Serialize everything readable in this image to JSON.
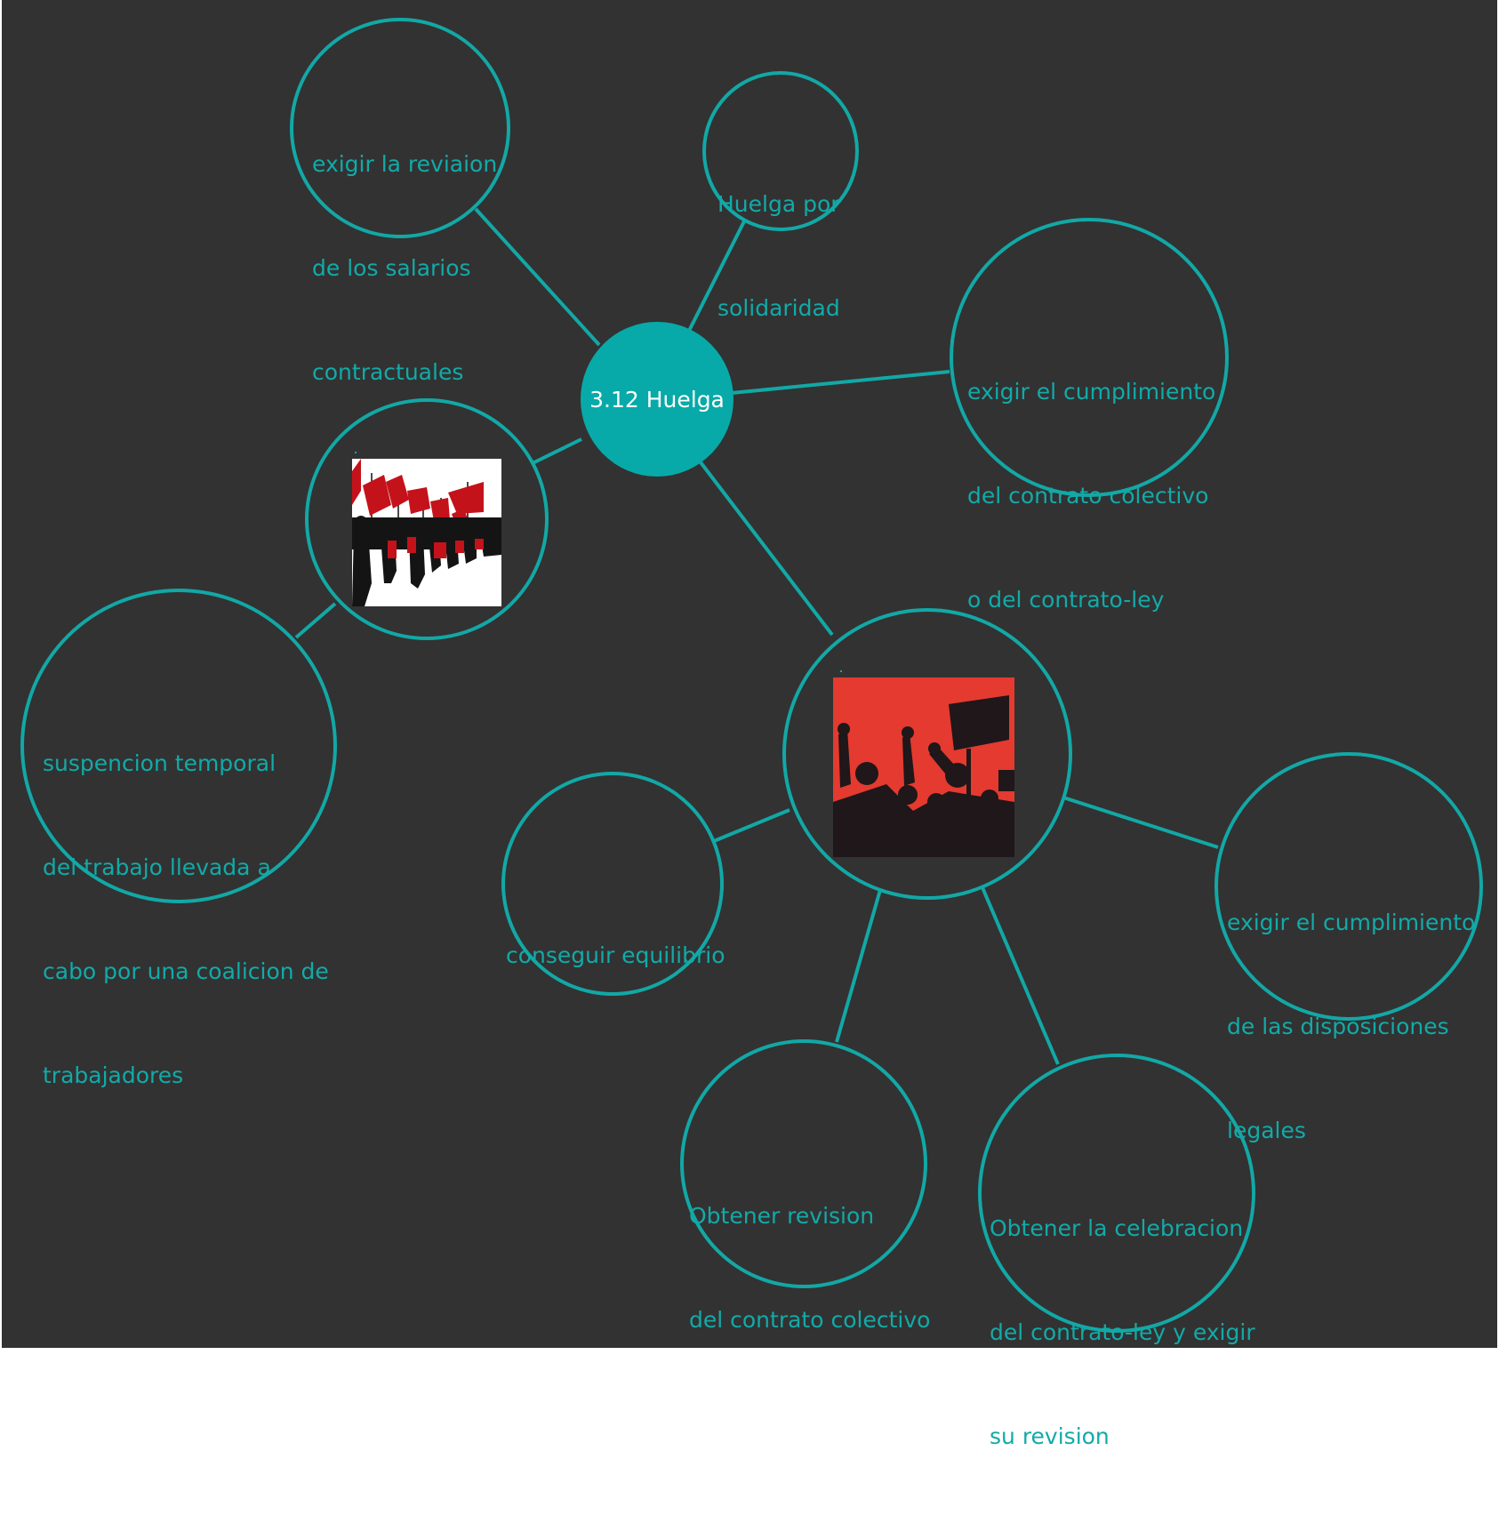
{
  "diagram": {
    "central_topic": "3.12 Huelga",
    "nodes": [
      {
        "id": "salarios",
        "lines": [
          "exigir la reviaion",
          "de los salarios",
          "contractuales"
        ]
      },
      {
        "id": "solidaridad",
        "lines": [
          "Huelga por",
          "solidaridad"
        ]
      },
      {
        "id": "cumplimiento-contrato",
        "lines": [
          "exigir el cumplimiento",
          "del contrato colectivo",
          "o del contrato-ley"
        ]
      },
      {
        "id": "suspension",
        "lines": [
          "suspencion temporal",
          "del trabajo llevada a",
          "cabo por una coalicion de",
          "trabajadores"
        ]
      },
      {
        "id": "equilibrio",
        "lines": [
          "conseguir equilibrio"
        ]
      },
      {
        "id": "disposiciones",
        "lines": [
          "exigir el cumplimiento",
          "de las disposiciones",
          "legales"
        ]
      },
      {
        "id": "revision",
        "lines": [
          "Obtener revision",
          "del contrato colectivo"
        ]
      },
      {
        "id": "celebracion",
        "lines": [
          "Obtener la celebracion",
          "del contrato-ley y exigir",
          "su revision"
        ]
      }
    ],
    "image_nodes": [
      {
        "id": "flags-march",
        "image": "protest-march-with-red-flags"
      },
      {
        "id": "crowd-fists",
        "image": "crowd-silhouette-raised-fists"
      }
    ],
    "colors": {
      "background": "#323232",
      "accent": "#12a8a6",
      "center_fill": "#07aaa8",
      "center_text": "#ffffff"
    }
  }
}
